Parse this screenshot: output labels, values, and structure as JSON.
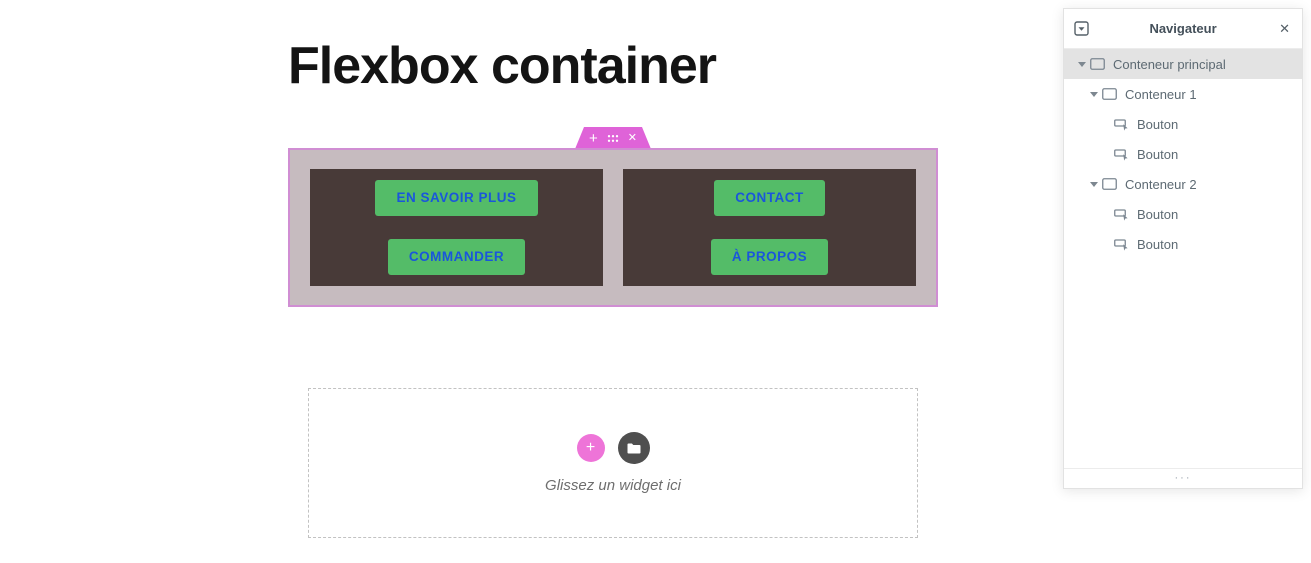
{
  "canvas": {
    "title": "Flexbox container",
    "container": {
      "columns": [
        {
          "name": "Conteneur 1",
          "buttons": [
            "EN SAVOIR PLUS",
            "COMMANDER"
          ]
        },
        {
          "name": "Conteneur 2",
          "buttons": [
            "CONTACT",
            "À PROPOS"
          ]
        }
      ]
    },
    "drop_area": {
      "hint": "Glissez un widget ici"
    }
  },
  "navigator": {
    "title": "Navigateur",
    "tree": [
      {
        "label": "Conteneur principal",
        "level": 0,
        "type": "container",
        "selected": true
      },
      {
        "label": "Conteneur 1",
        "level": 1,
        "type": "container",
        "selected": false
      },
      {
        "label": "Bouton",
        "level": 2,
        "type": "button",
        "selected": false
      },
      {
        "label": "Bouton",
        "level": 2,
        "type": "button",
        "selected": false
      },
      {
        "label": "Conteneur 2",
        "level": 1,
        "type": "container",
        "selected": false
      },
      {
        "label": "Bouton",
        "level": 2,
        "type": "button",
        "selected": false
      },
      {
        "label": "Bouton",
        "level": 2,
        "type": "button",
        "selected": false
      }
    ],
    "footer_dots": "···"
  },
  "icons": {
    "add": "+",
    "close": "✕"
  },
  "colors": {
    "handle_pink": "#df63d8",
    "container_border": "#d08ed3",
    "container_bg": "#c6bbbf",
    "inner_container_bg": "#483a38",
    "button_bg": "#54bc68",
    "button_text": "#1a56db",
    "add_circle_pink": "#ee74d8",
    "folder_circle_gray": "#4f4f4f",
    "selected_row_bg": "#e3e3e3"
  }
}
